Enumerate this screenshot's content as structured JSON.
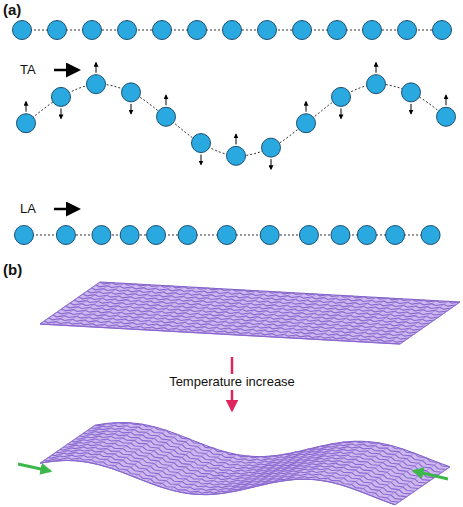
{
  "diagram": {
    "labels": [
      "(a)",
      "TA",
      "LA",
      "(b)",
      "Temperature increase"
    ]
  }
}
